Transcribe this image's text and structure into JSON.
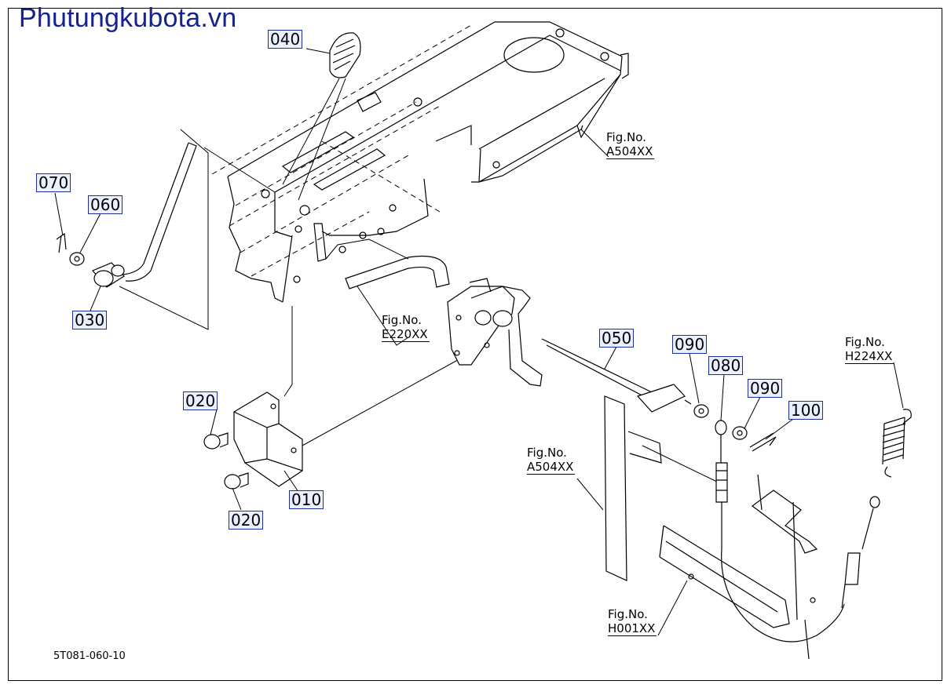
{
  "watermark": "Phutungkubota.vn",
  "diagram_code": "5T081-060-10",
  "parts": {
    "p010": "010",
    "p020a": "020",
    "p020b": "020",
    "p030": "030",
    "p040": "040",
    "p050": "050",
    "p060": "060",
    "p070": "070",
    "p080": "080",
    "p090a": "090",
    "p090b": "090",
    "p100": "100"
  },
  "refs": {
    "r1": {
      "label": "Fig.No.",
      "code": "A504XX"
    },
    "r2": {
      "label": "Fig.No.",
      "code": "E220XX"
    },
    "r3": {
      "label": "Fig.No.",
      "code": "A504XX"
    },
    "r4": {
      "label": "Fig.No.",
      "code": "H224XX"
    },
    "r5": {
      "label": "Fig.No.",
      "code": "H001XX"
    }
  },
  "colors": {
    "label_border": "#1f2f9a",
    "label_fill": "#eaf0ff",
    "watermark": "#16228f"
  }
}
